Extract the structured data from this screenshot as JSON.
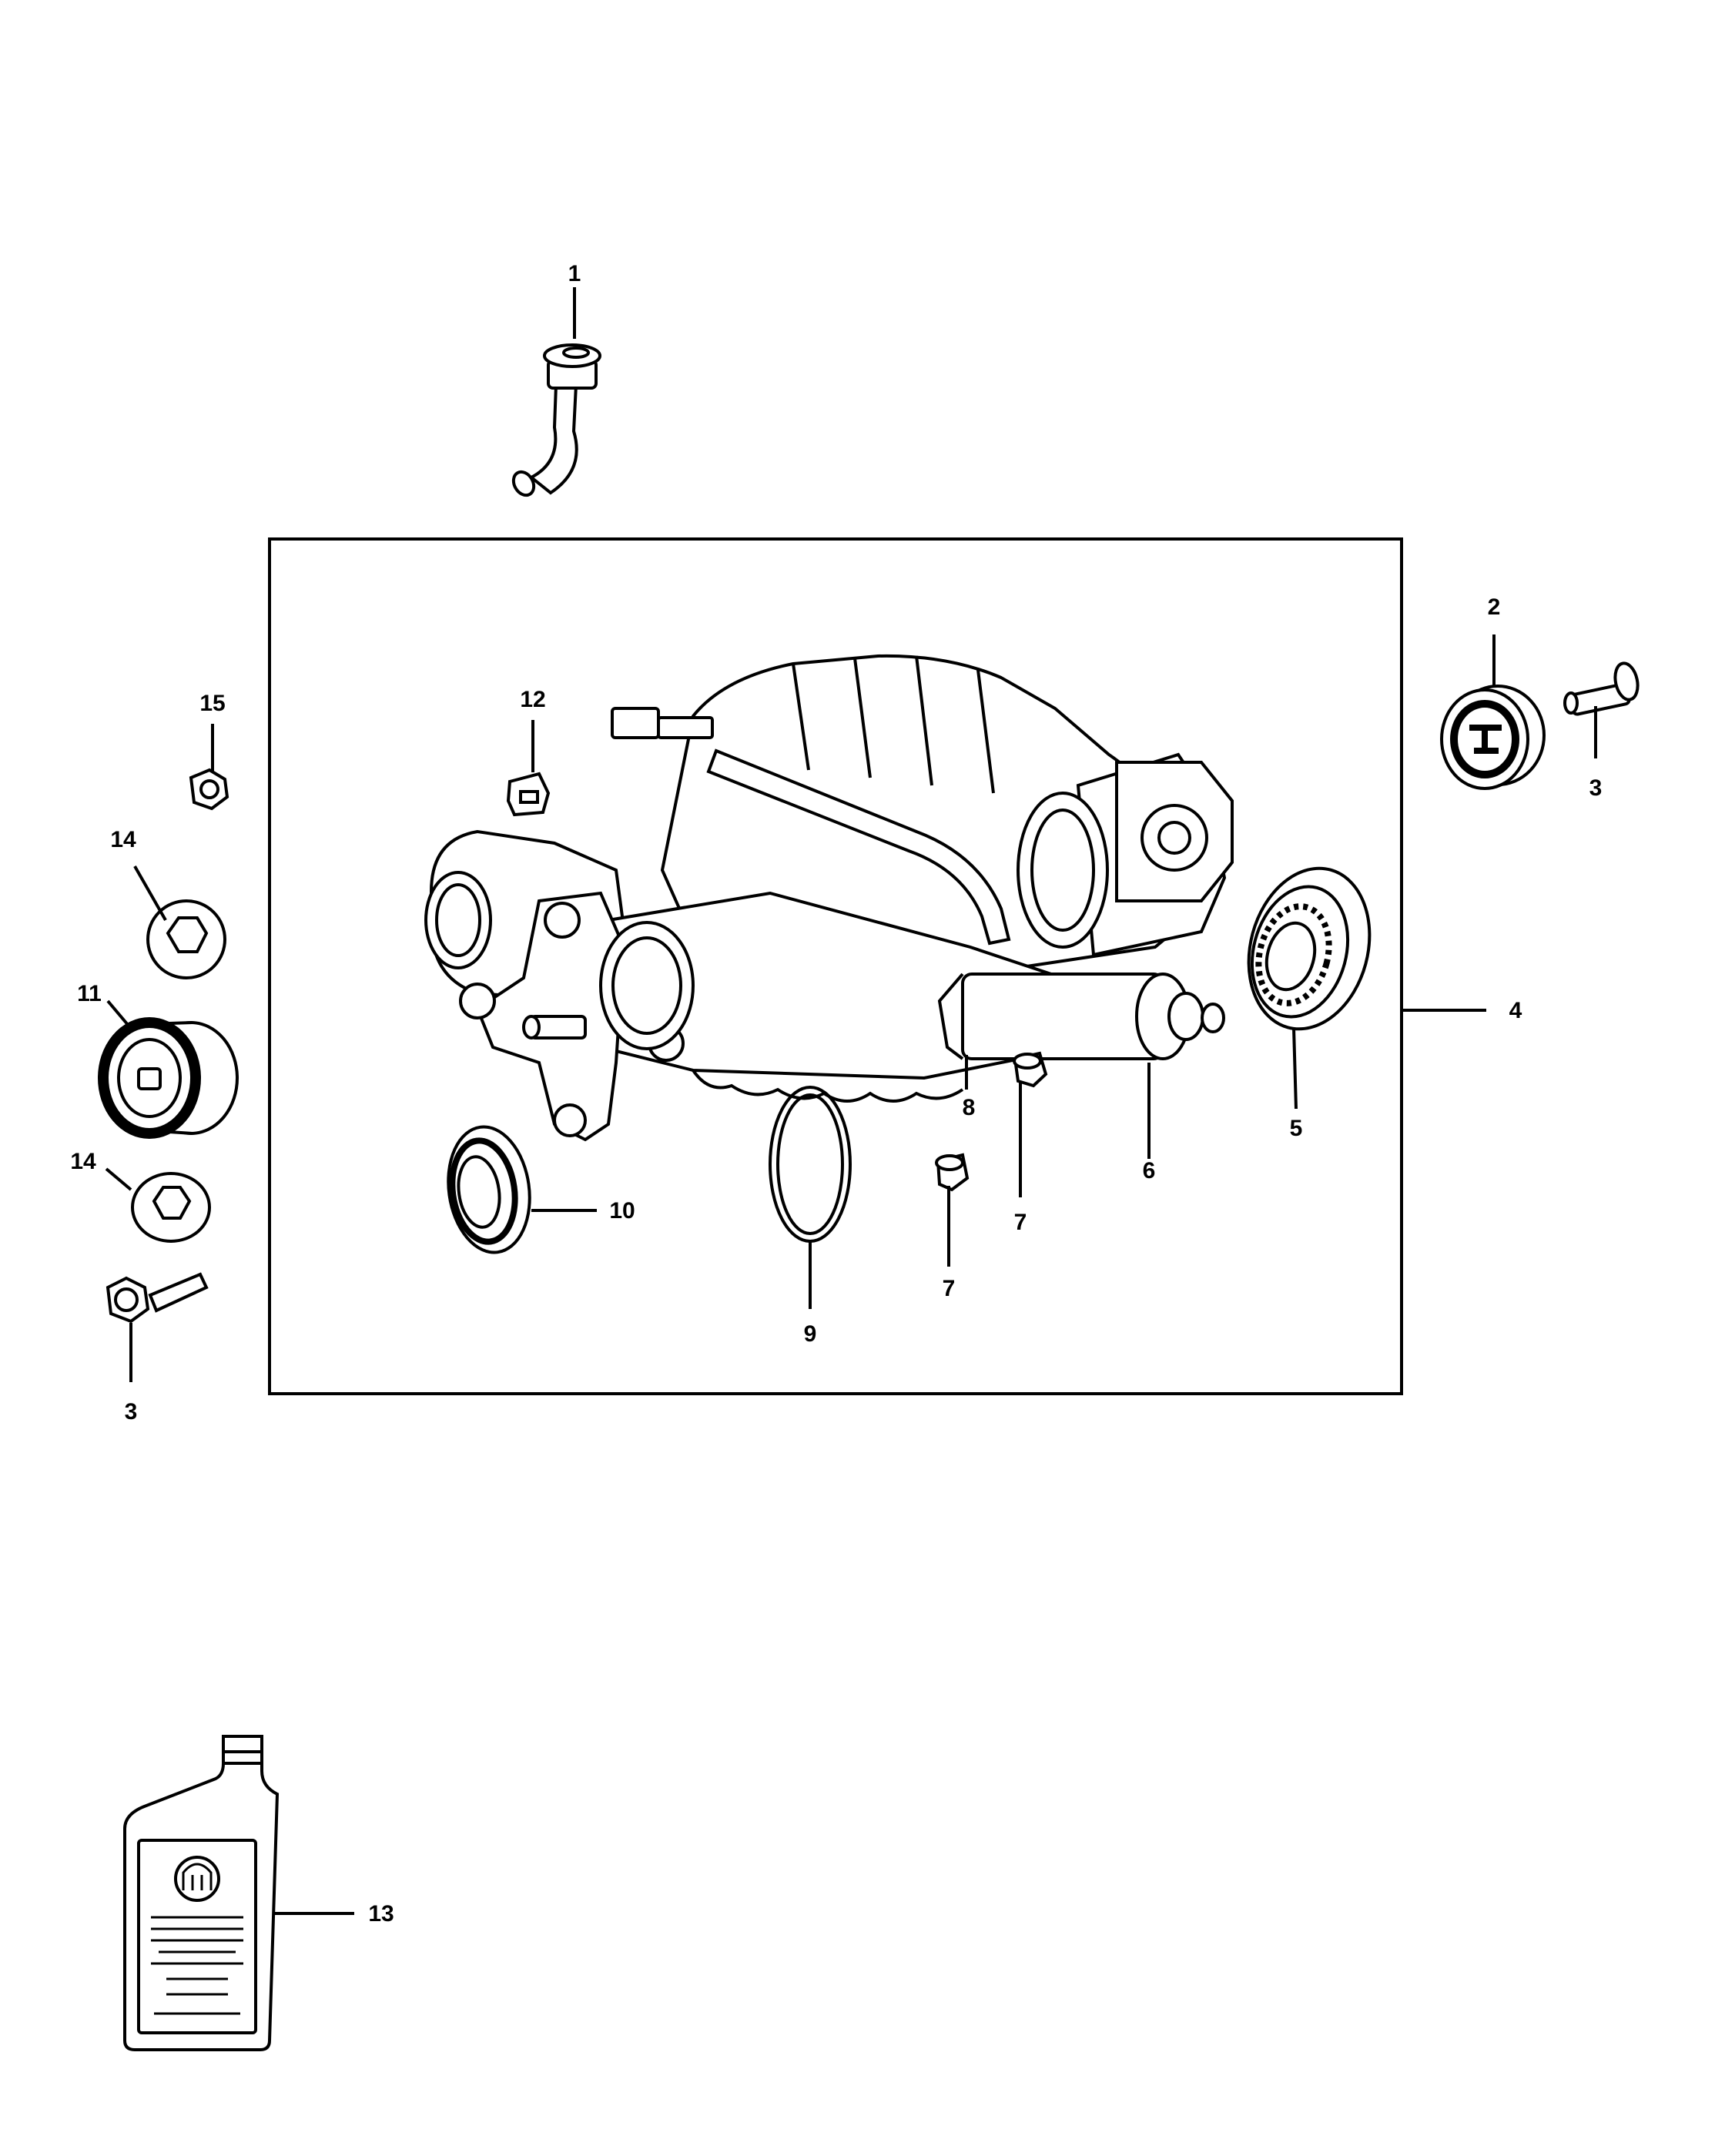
{
  "diagram": {
    "callouts": {
      "c1": "1",
      "c2": "2",
      "c3a": "3",
      "c3b": "3",
      "c4": "4",
      "c5": "5",
      "c6": "6",
      "c7a": "7",
      "c7b": "7",
      "c8": "8",
      "c9": "9",
      "c10": "10",
      "c11": "11",
      "c12": "12",
      "c13": "13",
      "c14a": "14",
      "c14b": "14",
      "c15": "15"
    },
    "line_color": "#000000",
    "background": "#ffffff"
  }
}
